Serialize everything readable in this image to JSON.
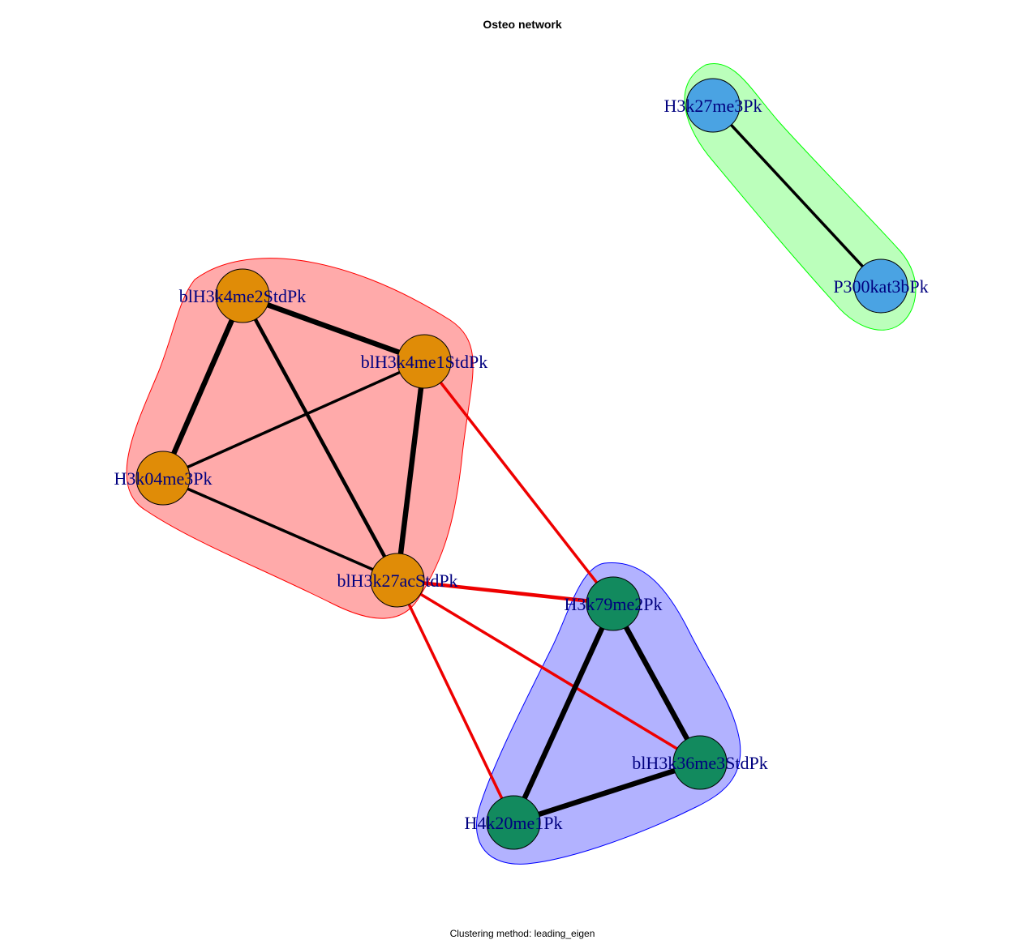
{
  "title": "Osteo network",
  "caption": "Clustering method: leading_eigen",
  "clusters": [
    {
      "id": "c-red",
      "fill": "#ff000055",
      "stroke": "#ff0000",
      "nodes": [
        "blH3k4me2StdPk",
        "blH3k4me1StdPk",
        "H3k04me3Pk",
        "blH3k27acStdPk"
      ]
    },
    {
      "id": "c-green",
      "fill": "#00ff0044",
      "stroke": "#00ff00",
      "nodes": [
        "H3k27me3Pk",
        "P300kat3bPk"
      ]
    },
    {
      "id": "c-blue",
      "fill": "#0000ff4d",
      "stroke": "#0000ff",
      "nodes": [
        "H3k79me2Pk",
        "blH3k36me3StdPk",
        "H4k20me1Pk"
      ]
    }
  ],
  "nodes": [
    {
      "id": "blH3k4me2StdPk",
      "label": "blH3k4me2StdPk",
      "color": "#e08c07"
    },
    {
      "id": "blH3k4me1StdPk",
      "label": "blH3k4me1StdPk",
      "color": "#e08c07"
    },
    {
      "id": "H3k04me3Pk",
      "label": "H3k04me3Pk",
      "color": "#e08c07"
    },
    {
      "id": "blH3k27acStdPk",
      "label": "blH3k27acStdPk",
      "color": "#e08c07"
    },
    {
      "id": "H3k27me3Pk",
      "label": "H3k27me3Pk",
      "color": "#4aa3e3"
    },
    {
      "id": "P300kat3bPk",
      "label": "P300kat3bPk",
      "color": "#4aa3e3"
    },
    {
      "id": "H3k79me2Pk",
      "label": "H3k79me2Pk",
      "color": "#128a5e"
    },
    {
      "id": "blH3k36me3StdPk",
      "label": "blH3k36me3StdPk",
      "color": "#128a5e"
    },
    {
      "id": "H4k20me1Pk",
      "label": "H4k20me1Pk",
      "color": "#128a5e"
    }
  ],
  "edges": [
    {
      "source": "blH3k4me2StdPk",
      "target": "blH3k4me1StdPk",
      "color": "#000000",
      "weight": "strong"
    },
    {
      "source": "blH3k4me2StdPk",
      "target": "H3k04me3Pk",
      "color": "#000000",
      "weight": "strong"
    },
    {
      "source": "blH3k4me2StdPk",
      "target": "blH3k27acStdPk",
      "color": "#000000",
      "weight": "medium"
    },
    {
      "source": "blH3k4me1StdPk",
      "target": "H3k04me3Pk",
      "color": "#000000",
      "weight": "normal"
    },
    {
      "source": "blH3k4me1StdPk",
      "target": "blH3k27acStdPk",
      "color": "#000000",
      "weight": "strong"
    },
    {
      "source": "H3k04me3Pk",
      "target": "blH3k27acStdPk",
      "color": "#000000",
      "weight": "normal"
    },
    {
      "source": "blH3k4me1StdPk",
      "target": "H3k79me2Pk",
      "color": "#ee0000",
      "weight": "normal"
    },
    {
      "source": "blH3k27acStdPk",
      "target": "H3k79me2Pk",
      "color": "#ee0000",
      "weight": "medium"
    },
    {
      "source": "blH3k27acStdPk",
      "target": "blH3k36me3StdPk",
      "color": "#ee0000",
      "weight": "normal"
    },
    {
      "source": "blH3k27acStdPk",
      "target": "H4k20me1Pk",
      "color": "#ee0000",
      "weight": "normal"
    },
    {
      "source": "H3k79me2Pk",
      "target": "blH3k36me3StdPk",
      "color": "#000000",
      "weight": "strong"
    },
    {
      "source": "H3k79me2Pk",
      "target": "H4k20me1Pk",
      "color": "#000000",
      "weight": "strong"
    },
    {
      "source": "blH3k36me3StdPk",
      "target": "H4k20me1Pk",
      "color": "#000000",
      "weight": "strong"
    },
    {
      "source": "H3k27me3Pk",
      "target": "P300kat3bPk",
      "color": "#000000",
      "weight": "normal"
    }
  ]
}
